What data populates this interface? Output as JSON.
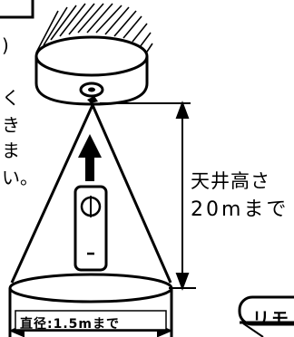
{
  "labels": {
    "ceiling_height_line1": "天井高さ",
    "ceiling_height_line2": "20mまで",
    "diameter": "直径:1.5mまで",
    "remote_tab": "リモ",
    "left_edge": [
      ")",
      "く",
      "き",
      "ま",
      "い。"
    ]
  }
}
